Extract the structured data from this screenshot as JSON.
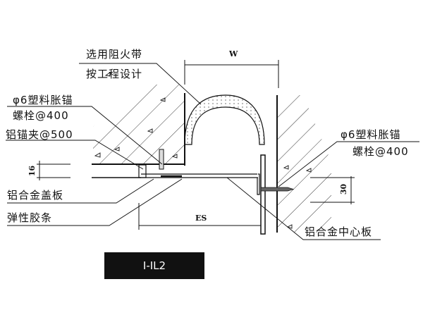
{
  "title_code": "I-IL2",
  "labels": {
    "fire_belt_line1": "选用阻火带",
    "fire_belt_line2": "按工程设计",
    "anchor_left_line1": "φ6塑料胀锚",
    "anchor_left_line2": "螺栓@400",
    "clip": "铝锚夹@500",
    "cover_plate": "铝合金盖板",
    "rubber_strip": "弹性胶条",
    "anchor_right_line1": "φ6塑料胀锚",
    "anchor_right_line2": "螺栓@400",
    "center_plate": "铝合金中心板"
  },
  "dimensions": {
    "w": "W",
    "es": "ES",
    "d16": "16",
    "d30": "30"
  }
}
